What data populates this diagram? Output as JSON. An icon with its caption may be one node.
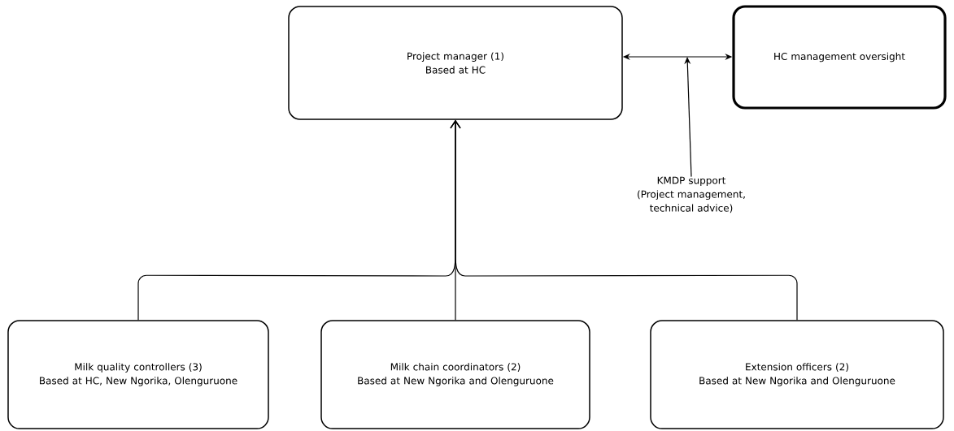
{
  "diagram": {
    "nodes": [
      {
        "text": [
          "Project manager (1)",
          "Based at HC"
        ]
      },
      {
        "text": [
          "HC management oversight"
        ]
      },
      {
        "text": [
          "KMDP support",
          "(Project management, technical advice)"
        ]
      },
      {
        "text": [
          "Milk quality controllers (3)",
          "Based at HC, New Ngorika, Olenguruone"
        ]
      },
      {
        "text": [
          "Milk chain coordinators (2)",
          "Based at New Ngorika and Olenguruone"
        ]
      },
      {
        "text": [
          "Extension officers (2)",
          "Based at New Ngorika and Olenguruone"
        ]
      }
    ],
    "edges": [
      {
        "from": 0,
        "to": 1,
        "arrow": "both"
      },
      {
        "from": 2,
        "to": null,
        "arrow": "to"
      },
      {
        "from": 3,
        "to": 0,
        "arrow": "to"
      },
      {
        "from": 4,
        "to": 0,
        "arrow": "to"
      },
      {
        "from": 5,
        "to": 0,
        "arrow": "to"
      }
    ]
  }
}
